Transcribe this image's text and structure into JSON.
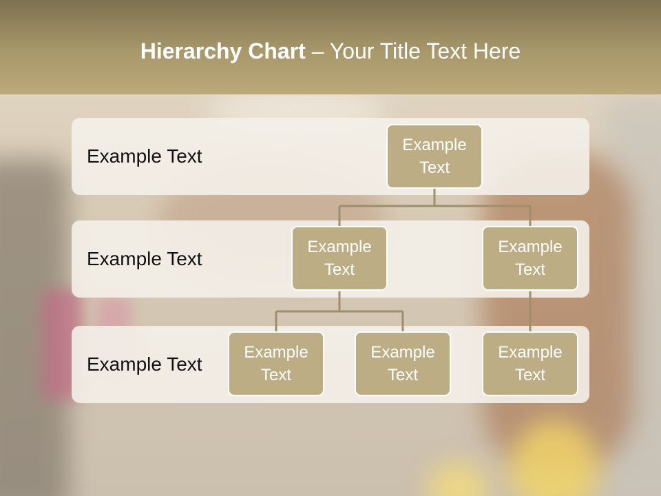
{
  "title": {
    "bold": "Hierarchy Chart",
    "rest": " – Your Title Text Here"
  },
  "levels": [
    {
      "label": "Example Text"
    },
    {
      "label": "Example Text"
    },
    {
      "label": "Example Text"
    }
  ],
  "nodes": {
    "root": "Example Text",
    "level2_left": "Example Text",
    "level2_right": "Example Text",
    "level3_a": "Example Text",
    "level3_b": "Example Text",
    "level3_c": "Example Text"
  },
  "colors": {
    "header": "#a8986a",
    "node_fill": "#bcad84",
    "connector": "#9e8f6c",
    "band": "#f4f0e9"
  }
}
